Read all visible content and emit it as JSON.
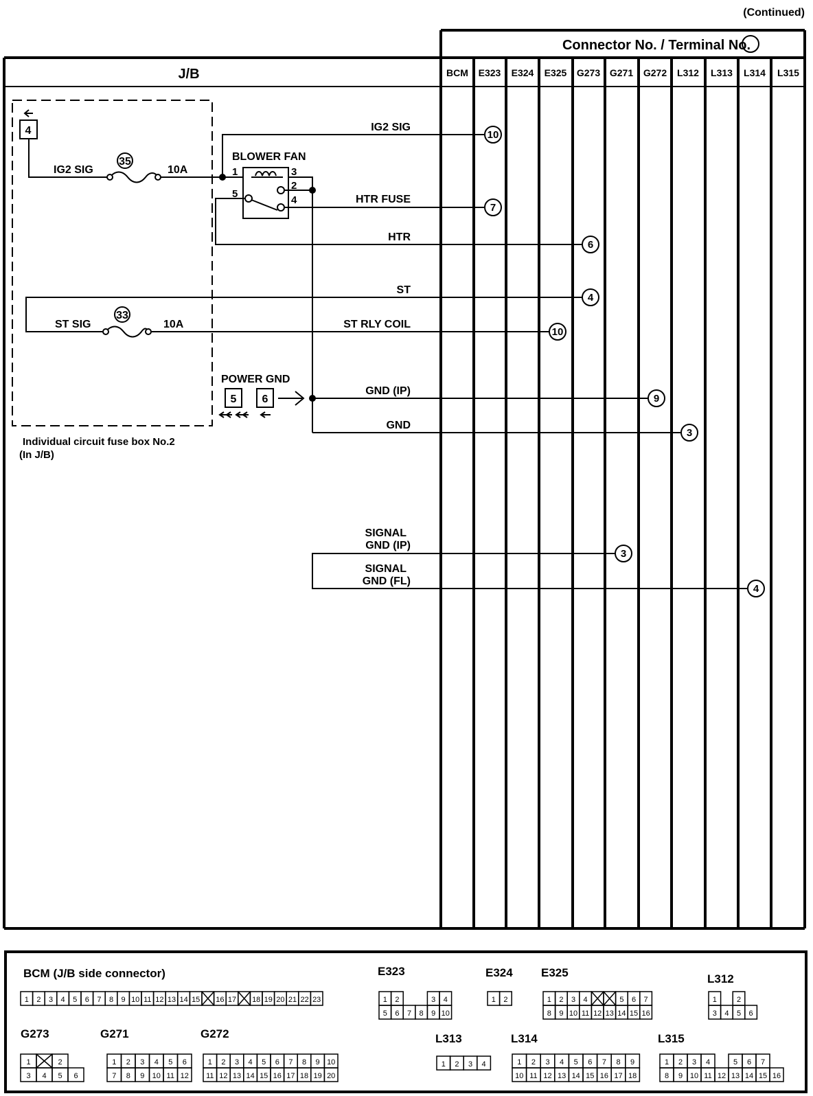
{
  "continued": "(Continued)",
  "header": {
    "connector_title": "Connector No. / Terminal No.",
    "jb_title": "J/B"
  },
  "columns": [
    "BCM",
    "E323",
    "E324",
    "E325",
    "G273",
    "G271",
    "G272",
    "L312",
    "L313",
    "L314",
    "L315"
  ],
  "fuse_box": {
    "arrow_box": "4",
    "caption_line1": "Individual circuit fuse box No.2",
    "caption_line2": "(In J/B)"
  },
  "fuse35": {
    "signal": "IG2 SIG",
    "number": "35",
    "rating": "10A"
  },
  "fuse33": {
    "signal": "ST SIG",
    "number": "33",
    "rating": "10A"
  },
  "relay": {
    "name": "BLOWER FAN",
    "pins": [
      "1",
      "2",
      "3",
      "4",
      "5"
    ]
  },
  "power_gnd": {
    "label": "POWER GND",
    "boxes": [
      "5",
      "6"
    ]
  },
  "wires": [
    {
      "label": "IG2 SIG",
      "terminal": "10"
    },
    {
      "label": "HTR FUSE",
      "terminal": "7"
    },
    {
      "label": "HTR",
      "terminal": "6"
    },
    {
      "label": "ST",
      "terminal": "4"
    },
    {
      "label": "ST RLY COIL",
      "terminal": "10"
    },
    {
      "label": "GND (IP)",
      "terminal": "9"
    },
    {
      "label": "GND",
      "terminal": "3"
    },
    {
      "label": "SIGNAL GND (IP)",
      "line1": "SIGNAL",
      "line2": "GND (IP)",
      "terminal": "3"
    },
    {
      "label": "SIGNAL GND (FL)",
      "line1": "SIGNAL",
      "line2": "GND (FL)",
      "terminal": "4"
    }
  ],
  "connectors": {
    "BCM": {
      "title": "BCM (J/B side connector)",
      "pins": [
        "1",
        "2",
        "3",
        "4",
        "5",
        "6",
        "7",
        "8",
        "9",
        "10",
        "11",
        "12",
        "13",
        "14",
        "15",
        "X",
        "16",
        "17",
        "X",
        "18",
        "19",
        "20",
        "21",
        "22",
        "23"
      ]
    },
    "E323": {
      "title": "E323",
      "row1": [
        "1",
        "2",
        "",
        "",
        "3",
        "4"
      ],
      "row2": [
        "5",
        "6",
        "7",
        "8",
        "9",
        "10"
      ]
    },
    "E324": {
      "title": "E324",
      "row1": [
        "1",
        "2"
      ]
    },
    "E325": {
      "title": "E325",
      "row1": [
        "1",
        "2",
        "3",
        "4",
        "X",
        "X",
        "5",
        "6",
        "7"
      ],
      "row2": [
        "8",
        "9",
        "10",
        "11",
        "12",
        "13",
        "14",
        "15",
        "16"
      ]
    },
    "L312": {
      "title": "L312",
      "row1": [
        "1",
        "",
        "2"
      ],
      "row2": [
        "3",
        "4",
        "5",
        "6"
      ]
    },
    "G273": {
      "title": "G273",
      "row1": [
        "1",
        "X",
        "2"
      ],
      "row2": [
        "3",
        "4",
        "5",
        "6"
      ]
    },
    "G271": {
      "title": "G271",
      "row1": [
        "1",
        "2",
        "3",
        "4",
        "5",
        "6"
      ],
      "row2": [
        "7",
        "8",
        "9",
        "10",
        "11",
        "12"
      ]
    },
    "G272": {
      "title": "G272",
      "row1": [
        "1",
        "2",
        "3",
        "4",
        "5",
        "6",
        "7",
        "8",
        "9",
        "10"
      ],
      "row2": [
        "11",
        "12",
        "13",
        "14",
        "15",
        "16",
        "17",
        "18",
        "19",
        "20"
      ]
    },
    "L313": {
      "title": "L313",
      "row1": [
        "1",
        "2",
        "3",
        "4"
      ]
    },
    "L314": {
      "title": "L314",
      "row1": [
        "1",
        "2",
        "3",
        "4",
        "5",
        "6",
        "7",
        "8",
        "9"
      ],
      "row2": [
        "10",
        "11",
        "12",
        "13",
        "14",
        "15",
        "16",
        "17",
        "18"
      ]
    },
    "L315": {
      "title": "L315",
      "row1": [
        "1",
        "2",
        "3",
        "4",
        "",
        "5",
        "6",
        "7"
      ],
      "row2": [
        "8",
        "9",
        "10",
        "11",
        "12",
        "13",
        "14",
        "15",
        "16"
      ]
    }
  }
}
